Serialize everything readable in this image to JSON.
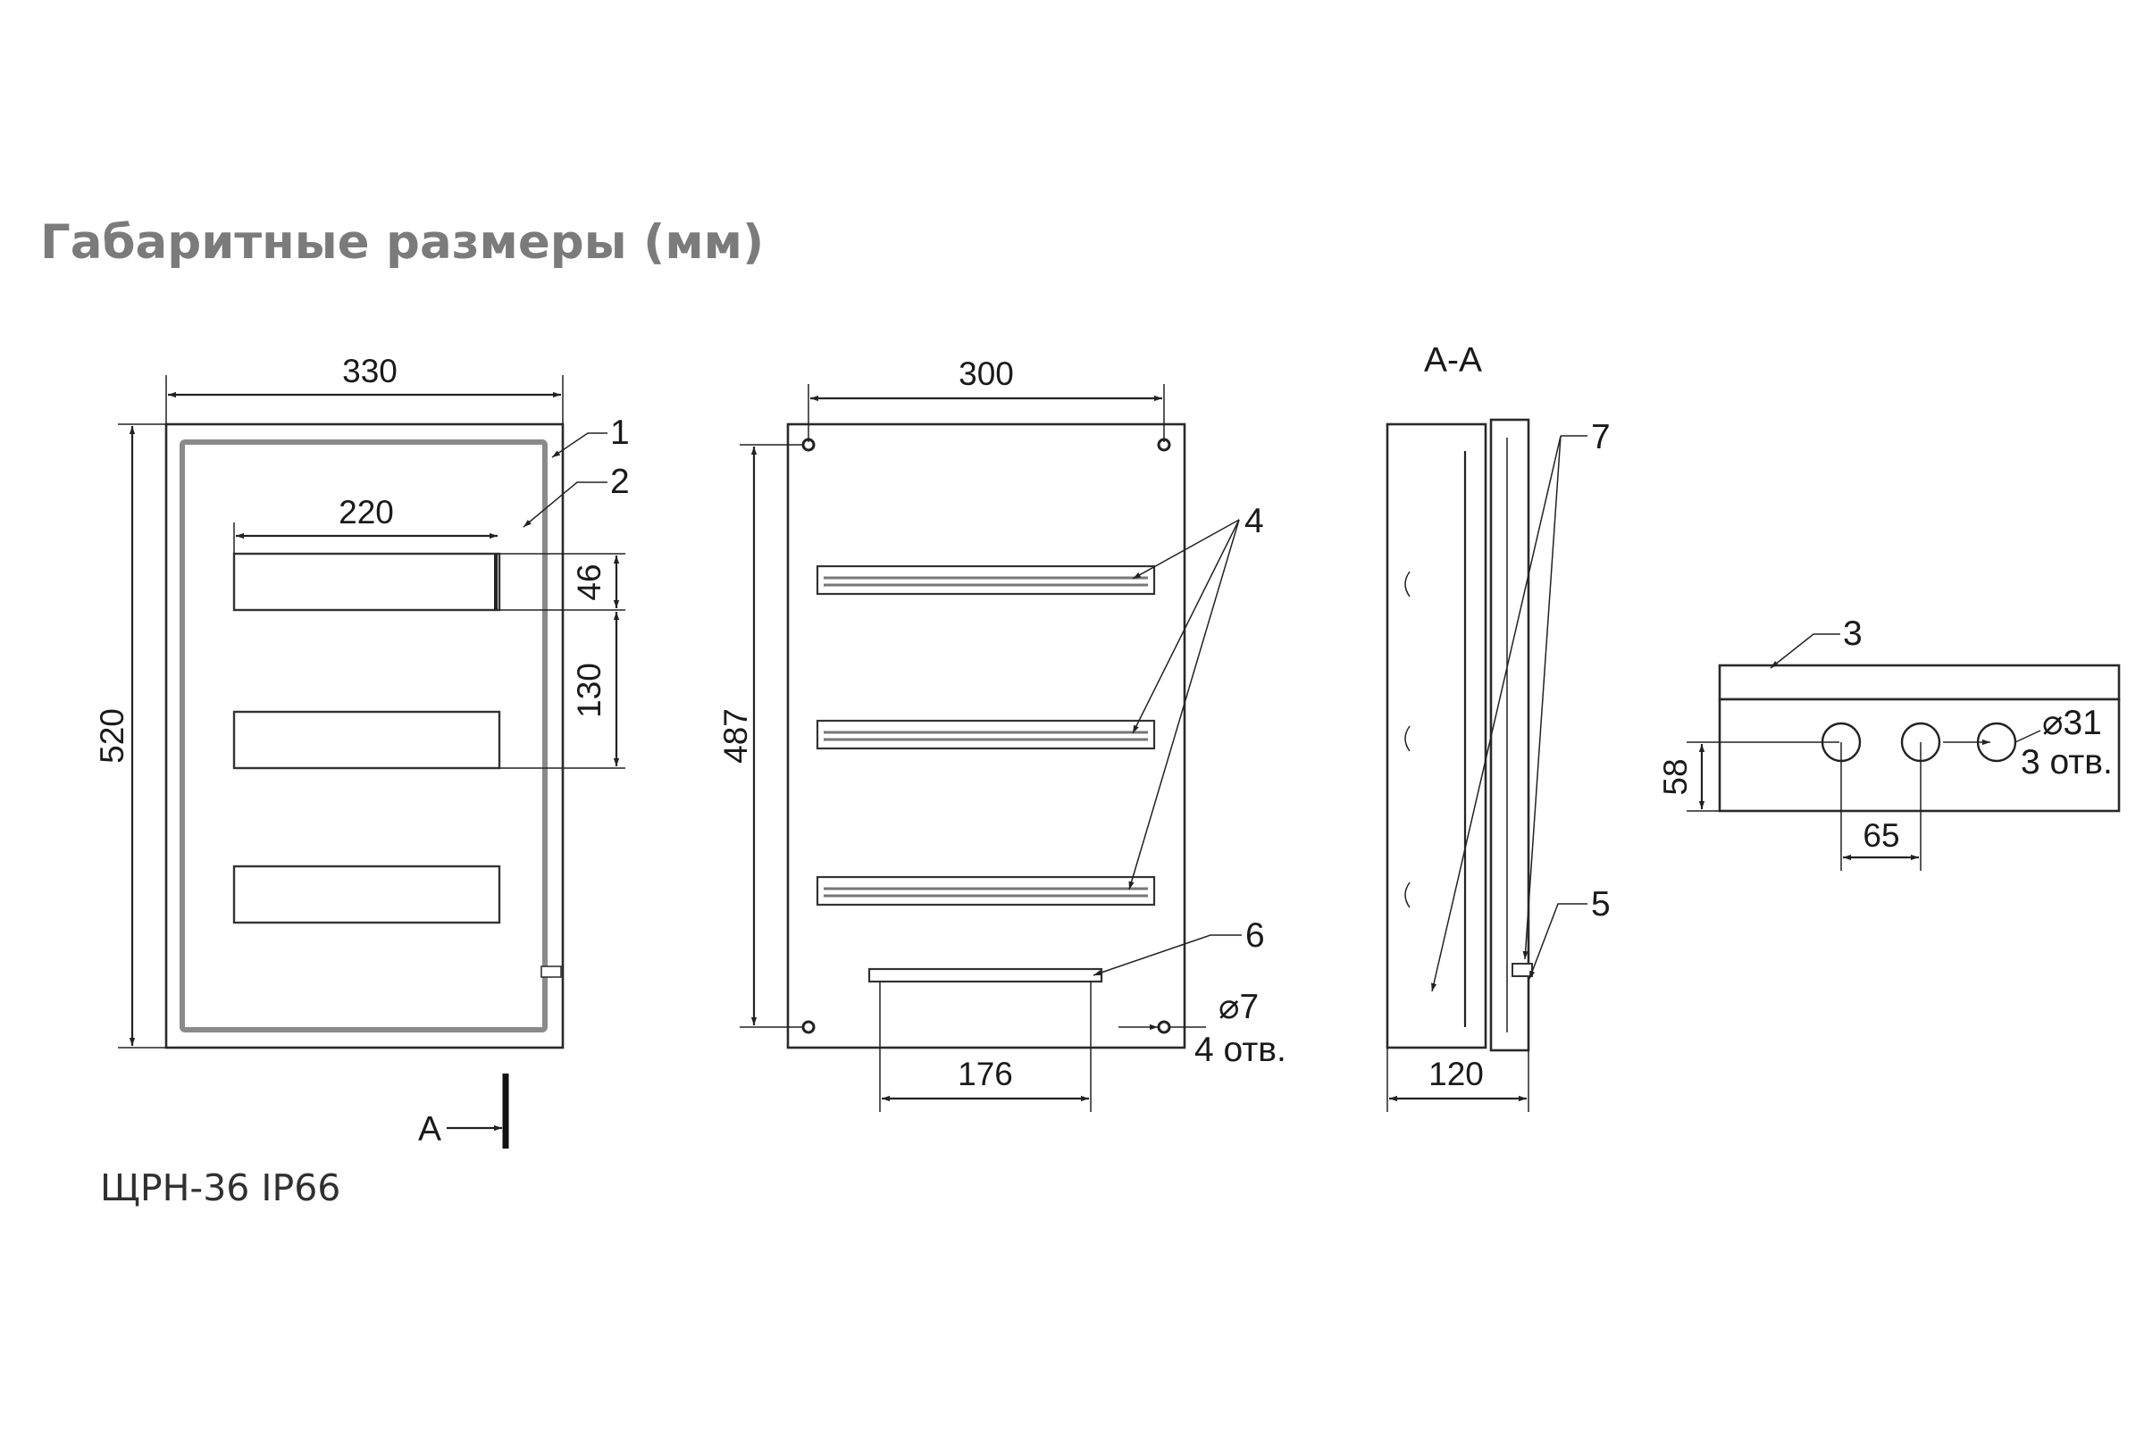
{
  "title": "Габаритные размеры (мм)",
  "model": "ЩРН-36 IP66",
  "section_label": "A-A",
  "view_marker": "A",
  "front_view": {
    "dims": {
      "width": "330",
      "height": "520",
      "window_width": "220",
      "window_height": "46",
      "window_pitch": "130"
    },
    "callouts": [
      "1",
      "2"
    ]
  },
  "back_view": {
    "dims": {
      "hole_spacing_x": "300",
      "hole_spacing_y": "487",
      "bottom_plate": "176"
    },
    "hole_note": {
      "diameter": "⌀7",
      "count": "4 отв."
    },
    "callouts": [
      "4",
      "6"
    ]
  },
  "side_section": {
    "dims": {
      "depth": "120"
    },
    "callouts": [
      "7",
      "5"
    ]
  },
  "bottom_view": {
    "dims": {
      "height": "58",
      "hole_pitch": "65"
    },
    "hole_note": {
      "diameter": "⌀31",
      "count": "3 отв."
    },
    "callouts": [
      "3"
    ]
  },
  "colors": {
    "title": "#7b7b7b",
    "line": "#222222",
    "inner_frame": "#8a8a8a"
  }
}
